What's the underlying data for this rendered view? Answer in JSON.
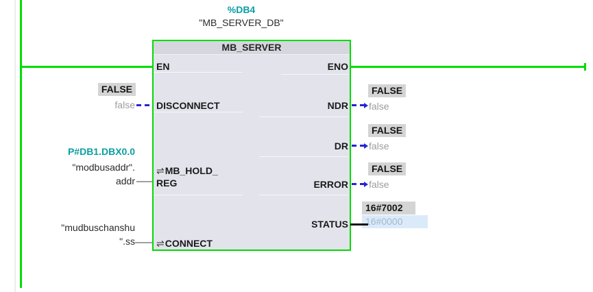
{
  "colors": {
    "power_green": "#00dc00",
    "operand_teal": "#0a9ea4",
    "bool_wire_blue": "#2424d6",
    "monitor_chip_gray": "#d4d4d4",
    "monitor_chip_blue": "#dbeaf9",
    "block_fill": "#e3e3ec",
    "block_header_fill": "#d6d6df"
  },
  "call": {
    "db_address": "%DB4",
    "db_name": "\"MB_SERVER_DB\""
  },
  "block": {
    "title": "MB_SERVER",
    "inout_symbol": "⇌",
    "params": {
      "en": "EN",
      "eno": "ENO",
      "disconnect": "DISCONNECT",
      "mb_hold_line1": "MB_HOLD_",
      "mb_hold_line2": "REG",
      "connect": "CONNECT",
      "ndr": "NDR",
      "dr": "DR",
      "error": "ERROR",
      "status": "STATUS"
    }
  },
  "operands": {
    "disconnect": {
      "monitor": "FALSE",
      "value": "false"
    },
    "mb_hold_reg": {
      "pointer": "P#DB1.DBX0.0",
      "line1": "\"modbusaddr\".",
      "line2": "addr"
    },
    "connect": {
      "line1": "\"mudbuschanshu",
      "line2": "\".ss"
    },
    "ndr": {
      "monitor": "FALSE",
      "value": "false"
    },
    "dr": {
      "monitor": "FALSE",
      "value": "false"
    },
    "error": {
      "monitor": "FALSE",
      "value": "false"
    },
    "status": {
      "monitor": "16#7002",
      "value": "16#0000"
    }
  }
}
